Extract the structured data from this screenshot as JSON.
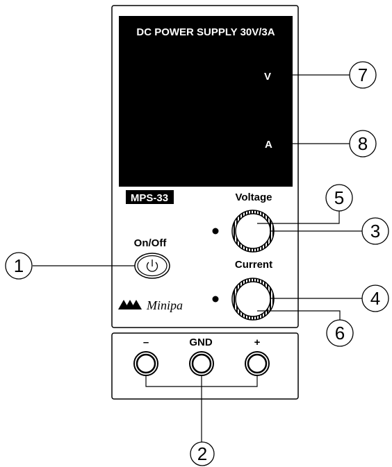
{
  "display": {
    "title": "DC POWER SUPPLY 30V/3A",
    "unit_voltage": "V",
    "unit_current": "A"
  },
  "model_badge": "MPS-33",
  "knobs": {
    "voltage_label": "Voltage",
    "current_label": "Current"
  },
  "power_switch": {
    "label": "On/Off"
  },
  "brand": {
    "name": "Minipa"
  },
  "terminals": {
    "negative_label": "–",
    "ground_label": "GND",
    "positive_label": "+"
  },
  "callouts": {
    "c1": "1",
    "c2": "2",
    "c3": "3",
    "c4": "4",
    "c5": "5",
    "c6": "6",
    "c7": "7",
    "c8": "8"
  }
}
